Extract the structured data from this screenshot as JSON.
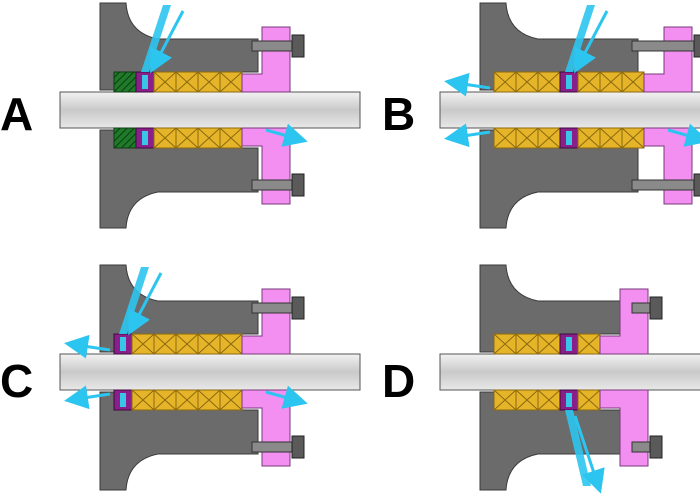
{
  "colors": {
    "background": "#ffffff",
    "housing": "#6b6b6b",
    "housing_edge": "#3a3a3a",
    "shaft": "#d4d4d4",
    "shaft_edge": "#555555",
    "packing": "#e6b429",
    "packing_edge": "#8a6a10",
    "lantern_ring": "#8a1f8a",
    "lantern_inner": "#39c4e8",
    "gland": "#f28ff0",
    "gland_edge": "#7a3a7a",
    "bolt": "#8a8a8a",
    "flow_arrow": "#2cc5f0",
    "bushing": "#1f7a2a"
  },
  "panels": [
    {
      "id": "A",
      "label": "A",
      "packing_rings_before": 0,
      "packing_rings_after": 4,
      "lantern": true,
      "bushing": true,
      "flush_in": "top",
      "leak_out": [
        "bottom-right"
      ]
    },
    {
      "id": "B",
      "label": "B",
      "packing_rings_before": 3,
      "packing_rings_after": 3,
      "lantern": true,
      "bushing": false,
      "flush_in": "top",
      "leak_out": [
        "top-left",
        "bottom-left",
        "bottom-right"
      ]
    },
    {
      "id": "C",
      "label": "C",
      "packing_rings_before": 0,
      "packing_rings_after": 5,
      "lantern": true,
      "bushing": false,
      "flush_in": "top",
      "leak_out": [
        "top-left",
        "bottom-left",
        "bottom-right"
      ]
    },
    {
      "id": "D",
      "label": "D",
      "packing_rings_before": 3,
      "packing_rings_after": 1,
      "lantern": true,
      "bushing": false,
      "flush_in": "bottom-out",
      "leak_out": []
    }
  ]
}
